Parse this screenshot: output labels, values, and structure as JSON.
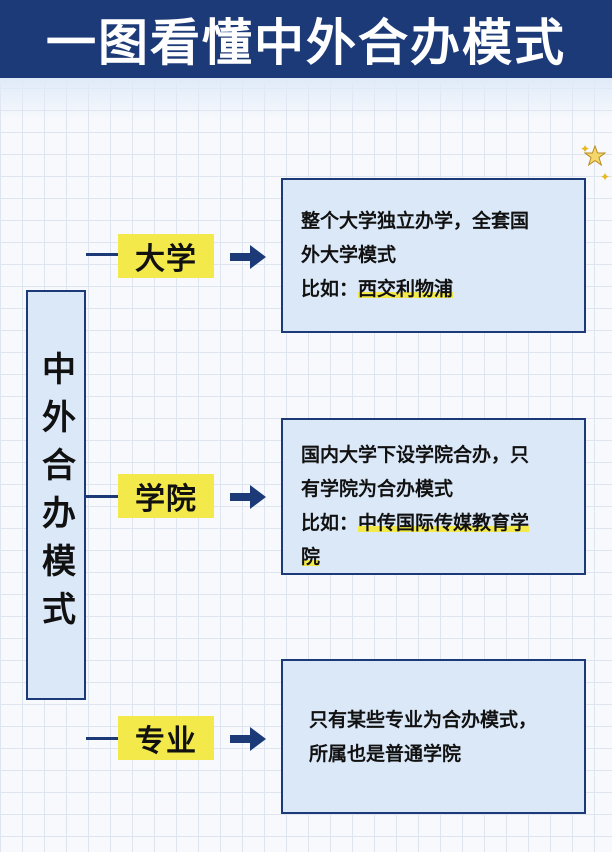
{
  "header": {
    "title": "一图看懂中外合办模式"
  },
  "sidebar": {
    "title": "中外合办模式"
  },
  "rows": [
    {
      "tag": "大学",
      "lines": [
        "整个大学独立办学，全套国",
        "外大学模式"
      ],
      "example_prefix": "比如：",
      "example": "西交利物浦"
    },
    {
      "tag": "学院",
      "lines": [
        "国内大学下设学院合办，只",
        "有学院为合办模式"
      ],
      "example_prefix": "比如：",
      "example": "中传国际传媒教育学",
      "example_cont": "院"
    },
    {
      "tag": "专业",
      "lines": [
        "只有某些专业为合办模式，",
        "所属也是普通学院"
      ]
    }
  ],
  "colors": {
    "navy": "#1d3a78",
    "highlight": "#f3e94a",
    "panel": "#dbe8f8"
  }
}
